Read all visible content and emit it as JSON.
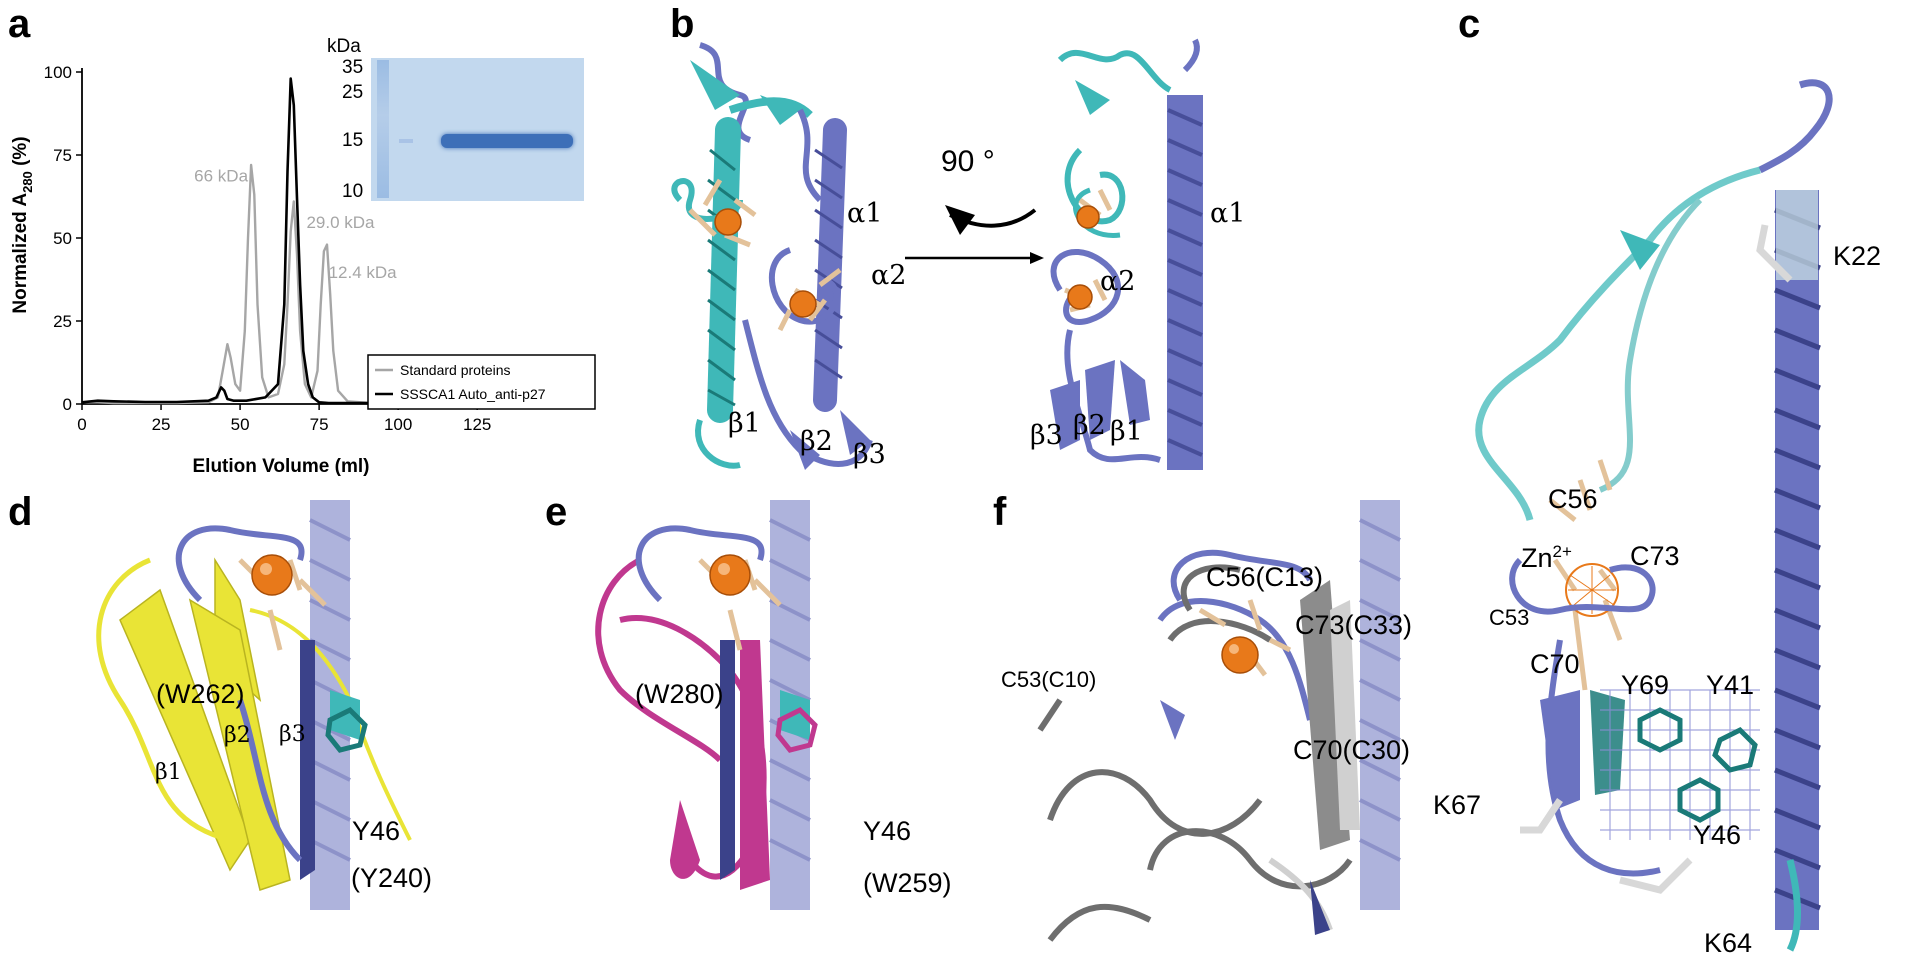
{
  "panels": {
    "a": "a",
    "b": "b",
    "c": "c",
    "d": "d",
    "e": "e",
    "f": "f"
  },
  "chart_data": {
    "type": "line",
    "xlabel": "Elution Volume (ml)",
    "ylabel": "Normalized A280 (%)",
    "ylabel_main": "Normalized A",
    "ylabel_sub": "280",
    "ylabel_tail": " (%)",
    "xlim": [
      0,
      130
    ],
    "ylim": [
      0,
      100
    ],
    "xticks": [
      "0",
      "25",
      "50",
      "75",
      "100",
      "125"
    ],
    "xtick_values": [
      0,
      25,
      50,
      75,
      100,
      125
    ],
    "yticks": [
      "0",
      "25",
      "50",
      "75",
      "100"
    ],
    "ytick_values": [
      0,
      25,
      50,
      75,
      100
    ],
    "series": [
      {
        "name": "Standard proteins",
        "color": "#a6a6a6",
        "x": [
          0,
          5,
          10,
          20,
          30,
          40,
          43,
          44.5,
          46,
          47,
          48.5,
          50,
          51.5,
          52.5,
          53.5,
          54.5,
          55.5,
          57,
          59,
          62,
          64,
          65,
          66,
          67,
          68,
          69,
          70.5,
          72.5,
          74.5,
          75.5,
          76.5,
          77.5,
          78.5,
          79.5,
          81,
          84,
          90,
          100,
          108,
          110,
          112,
          115,
          120,
          125
        ],
        "y": [
          0.5,
          0.5,
          0.3,
          0.3,
          0.3,
          0.5,
          2,
          10,
          18,
          14,
          6,
          4,
          22,
          50,
          72,
          63,
          30,
          8,
          2,
          3,
          12,
          30,
          52,
          61,
          45,
          22,
          6,
          2,
          10,
          30,
          46,
          48,
          33,
          16,
          4,
          0.8,
          0.4,
          0.3,
          0.3,
          1.2,
          0.4,
          0.3,
          0.3,
          0.3
        ]
      },
      {
        "name": "SSSCA1 Auto_anti-p27",
        "color": "#000000",
        "x": [
          0,
          5,
          10,
          20,
          30,
          40,
          42.5,
          44,
          45,
          46,
          48,
          52,
          58,
          62,
          64,
          65,
          66,
          67,
          68,
          69,
          70,
          71.5,
          73,
          75,
          78,
          85,
          100,
          125
        ],
        "y": [
          0.5,
          1,
          0.8,
          0.6,
          0.6,
          1,
          2,
          5,
          4,
          1.5,
          1,
          1,
          2,
          6,
          30,
          70,
          98,
          90,
          62,
          36,
          16,
          6,
          2,
          0.5,
          0.3,
          0.3,
          0.3,
          0.3
        ]
      }
    ],
    "annotations": [
      {
        "text": "66 kDa",
        "x": 44,
        "y": 67
      },
      {
        "text": "29.0 kDa",
        "x": 71,
        "y": 53
      },
      {
        "text": "12.4 kDa",
        "x": 78,
        "y": 38
      }
    ],
    "legend_position": "lower-right",
    "grid": false
  },
  "gel": {
    "unit": "kDa",
    "markers": [
      "35",
      "25",
      "15",
      "10"
    ]
  },
  "panel_b": {
    "rotation": "90 °",
    "left": {
      "a1": "α1",
      "a2": "α2",
      "b1": "β1",
      "b2": "β2",
      "b3": "β3"
    },
    "right": {
      "a1": "α1",
      "a2": "α2",
      "b1": "β1",
      "b2": "β2",
      "b3": "β3"
    }
  },
  "panel_c": {
    "K22": "K22",
    "C56": "C56",
    "Zn_main": "Zn",
    "Zn_sup": "2+",
    "C73": "C73",
    "C53": "C53",
    "C70": "C70",
    "Y69": "Y69",
    "Y41": "Y41",
    "K67": "K67",
    "Y46": "Y46",
    "K64": "K64"
  },
  "panel_d": {
    "W262": "(W262)",
    "b2": "β2",
    "b3": "β3",
    "b1": "β1",
    "Y46": "Y46",
    "Y240": "(Y240)"
  },
  "panel_e": {
    "W280": "(W280)",
    "Y46": "Y46",
    "W259": "(W259)"
  },
  "panel_f": {
    "C56": "C56(C13)",
    "C73": "C73(C33)",
    "C53": "C53(C10)",
    "C70": "C70(C30)"
  },
  "colors": {
    "slate": "#6b73c1",
    "slate_light": "#aeb3dc",
    "teal": "#3fb8b8",
    "teal_dark": "#1a7a78",
    "orange": "#e8791a",
    "wheat": "#e3c29a",
    "yellow": "#e9e436",
    "magenta": "#c0388f",
    "grey": "#8c8c8c",
    "gel_bg": "#c2d8ee",
    "gel_band": "#3d6fb8"
  }
}
